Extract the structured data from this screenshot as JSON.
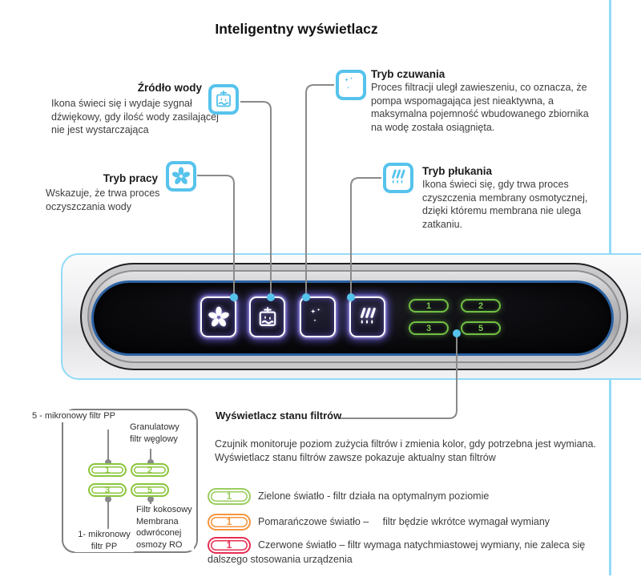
{
  "title": "Inteligentny wyświetlacz",
  "callouts": {
    "zrodlo_wody": {
      "title": "Źródło wody",
      "body": "Ikona świeci się i wydaje sygnał\ndźwiękowy, gdy ilość wody zasilającej\nnie jest wystarczająca"
    },
    "tryb_czuwania": {
      "title": "Tryb czuwania",
      "body": "Proces filtracji uległ zawieszeniu, co oznacza, że\npompa wspomagająca jest nieaktywna, a\nmaksymalna pojemność wbudowanego zbiornika\nna wodę została osiągnięta."
    },
    "tryb_pracy": {
      "title": "Tryb pracy",
      "body": "Wskazuje, że trwa proces\noczyszczania wody"
    },
    "tryb_plukania": {
      "title": "Tryb płukania",
      "body": "Ikona świeci się, gdy trwa proces\nczyszczenia membrany osmotycznej,\ndzięki któremu membrana nie ulega\nzatkaniu."
    }
  },
  "panel": {
    "buttons": [
      "1",
      "2",
      "3",
      "5"
    ]
  },
  "filter_box": {
    "pills": [
      "1",
      "2",
      "3",
      "5"
    ],
    "label_1": "5 - mikronowy filtr PP",
    "label_2": "Granulatowy\nfiltr węglowy",
    "label_3": "1- mikronowy\nfiltr PP",
    "label_5": "Filtr kokosowy\nMembrana\nodwróconej\nosmozy RO"
  },
  "filters_section": {
    "heading": "Wyświetlacz stanu filtrów",
    "body": "Czujnik monitoruje poziom zużycia filtrów i zmienia kolor, gdy potrzebna jest wymiana.\nWyświetlacz stanu filtrów zawsze pokazuje aktualny stan filtrów",
    "legend": [
      {
        "number": "1",
        "color": "#9bcd5f",
        "text": "Zielone światło - filtr działa na optymalnym poziomie"
      },
      {
        "number": "1",
        "color": "#f5953c",
        "text": "Pomarańczowe światło –     filtr będzie wkrótce wymagał wymiany"
      },
      {
        "number": "1",
        "color": "#e62e53",
        "text": "Czerwone światło – filtr wymaga natychmiastowej wymiany, nie zaleca się\ndalszego stosowania urządzenia"
      }
    ]
  },
  "colors": {
    "accent_blue": "#56c3ec",
    "frame_blue": "#92dbf7",
    "connector_gray": "#8a8a8a",
    "panel_green": "#71c044",
    "box_green": "#8cc63e"
  }
}
